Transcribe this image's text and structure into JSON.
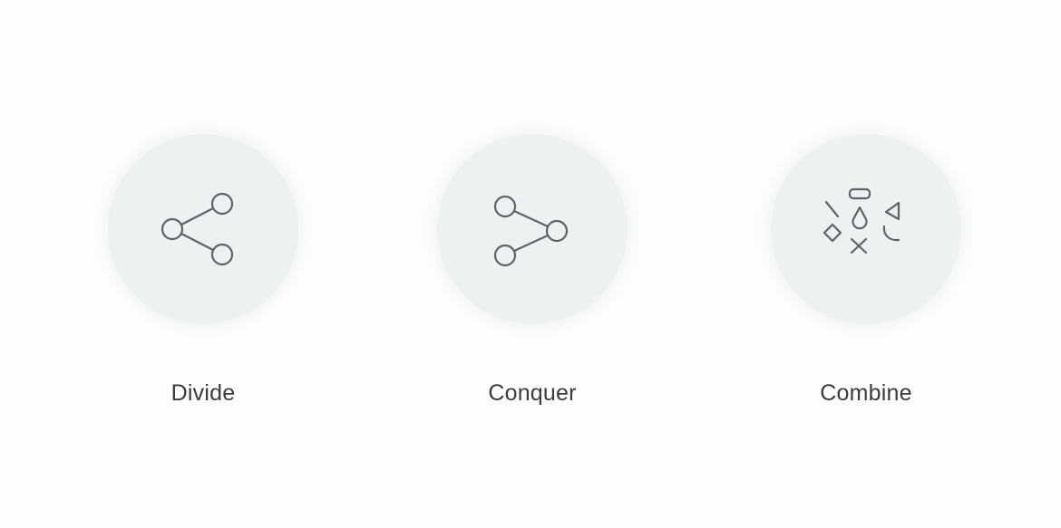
{
  "steps": [
    {
      "label": "Divide",
      "icon": "share-icon"
    },
    {
      "label": "Conquer",
      "icon": "merge-icon"
    },
    {
      "label": "Combine",
      "icon": "scattered-shapes-icon"
    }
  ],
  "colors": {
    "background": "#fdfdfd",
    "circle_fill": "#eef1f1",
    "icon_stroke": "#5f6368",
    "label_text": "#3c3c3c"
  }
}
